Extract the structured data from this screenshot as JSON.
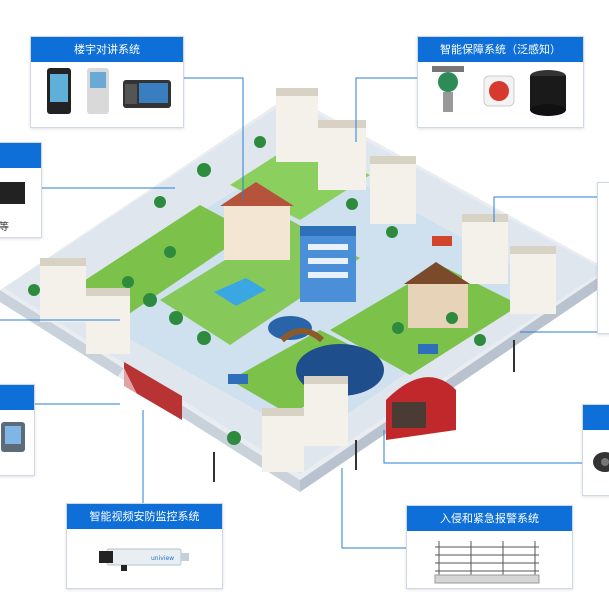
{
  "systems": {
    "intercom": {
      "title": "楼宇对讲系统"
    },
    "safety": {
      "title": "智能保障系统（泛感知）"
    },
    "video": {
      "title": "智能视频安防监控系统"
    },
    "alarm": {
      "title": "入侵和紧急报警系统"
    }
  },
  "fragments": {
    "left_card_tail": "等"
  },
  "devices": {
    "camera_brand": "uniview"
  },
  "colors": {
    "header_blue": "#0e6fd8",
    "line_blue": "#2a7fd6",
    "grass": "#7cc24a",
    "road": "#cfe0ef",
    "platform": "#f2f4f7"
  }
}
